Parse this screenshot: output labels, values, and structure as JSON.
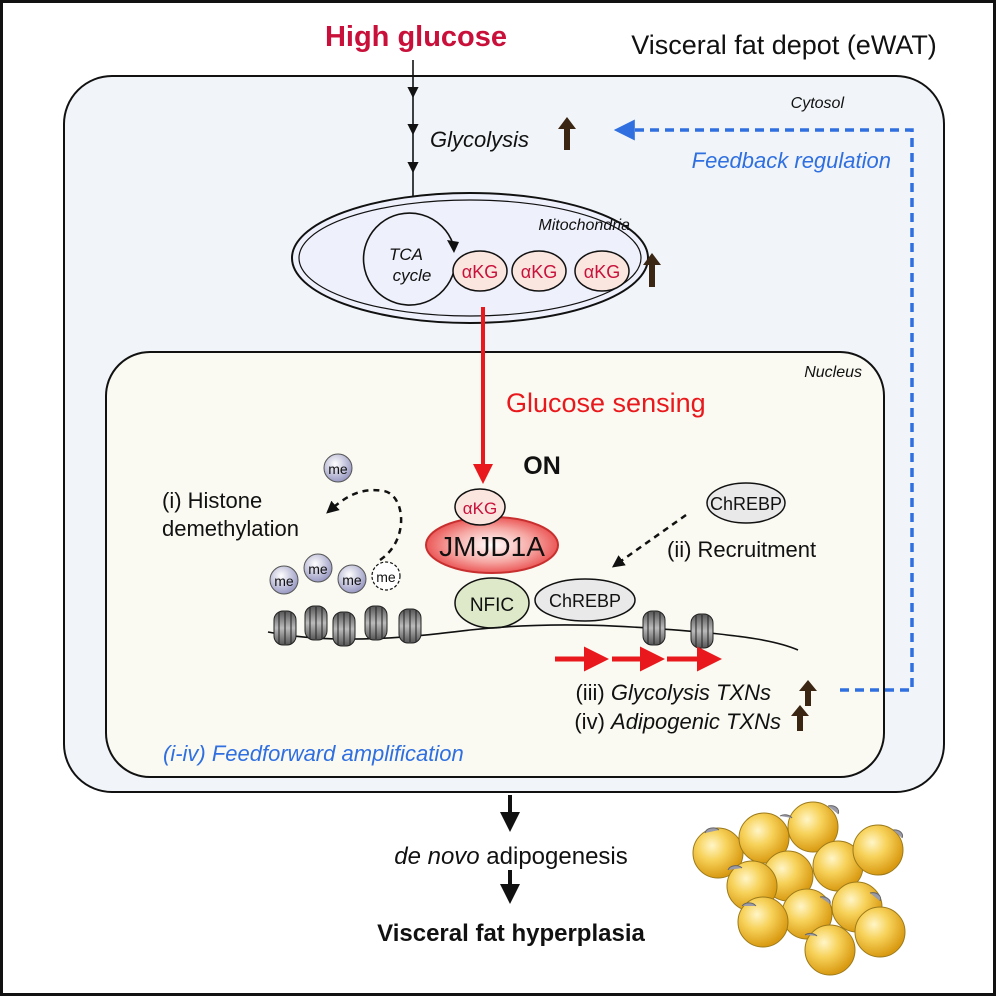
{
  "title_top": "High glucose",
  "depot_label": "Visceral fat depot (eWAT)",
  "cytosol_label": "Cytosol",
  "glycolysis_label": "Glycolysis",
  "feedback_label": "Feedback regulation",
  "mito_label": "Mitochondria",
  "tca_line1": "TCA",
  "tca_line2": "cycle",
  "akg_label": "αKG",
  "nucleus_label": "Nucleus",
  "glucose_sensing_label": "Glucose sensing",
  "on_label": "ON",
  "jmjd1a_label": "JMJD1A",
  "me_label": "me",
  "histone_line1": "(i) Histone",
  "histone_line2": "demethylation",
  "chrebp_label": "ChREBP",
  "recruitment_label": "(ii) Recruitment",
  "nfic_label": "NFIC",
  "txn_iii_prefix": "(iii) ",
  "txn_iii_italic": "Glycolysis TXNs",
  "txn_iv_prefix": "(iv) ",
  "txn_iv_italic": "Adipogenic TXNs",
  "feedforward_label": "(i-iv) Feedforward  amplification",
  "denovo_italic": "de novo",
  "denovo_rest": " adipogenesis",
  "outcome_label": "Visceral fat hyperplasia",
  "colors": {
    "crimson": "#c8103a",
    "red": "#e8181c",
    "blue": "#2f6fe0",
    "cytosol_fill": "#f1f5f9",
    "nucleus_fill": "#fafaf2",
    "mito_fill": "#eef0fb",
    "akg_fill": "#fbe6df",
    "jmjd1a_fill": "#f06a6a",
    "nfic_fill": "#dde9c8",
    "chrebp_fill": "#e9e9e9",
    "me_fill": "#b9b9d8",
    "fat_cell": "#f2bb22",
    "up_arrow": "#3b2613"
  }
}
